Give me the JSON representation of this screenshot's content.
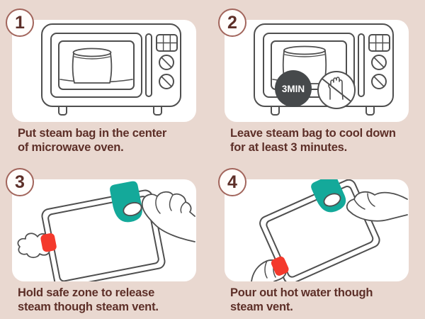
{
  "theme": {
    "background": "#E9D8D0",
    "panel": "#FFFFFF",
    "line_art": "#4F4F4F",
    "text_brown": "#5D2F28",
    "number_circle_border": "#A2655C",
    "accent_teal": "#14A99A",
    "accent_red": "#F4392C",
    "timer_badge_gray": "#46494B"
  },
  "steps": [
    {
      "number": "1",
      "caption": "Put steam bag in the center\nof microwave oven.",
      "illustration": "microwave-with-steam-bag"
    },
    {
      "number": "2",
      "caption": "Leave steam bag to cool down\nfor at least 3 minutes.",
      "timer_badge": "3MIN",
      "illustration": "microwave-no-touch-3-minutes"
    },
    {
      "number": "3",
      "caption": "Hold safe zone to release\nsteam though steam vent.",
      "illustration": "hand-holding-safe-zone-steam-release"
    },
    {
      "number": "4",
      "caption": "Pour out hot water though\nsteam vent.",
      "illustration": "pouring-hot-water-from-steam-vent"
    }
  ]
}
